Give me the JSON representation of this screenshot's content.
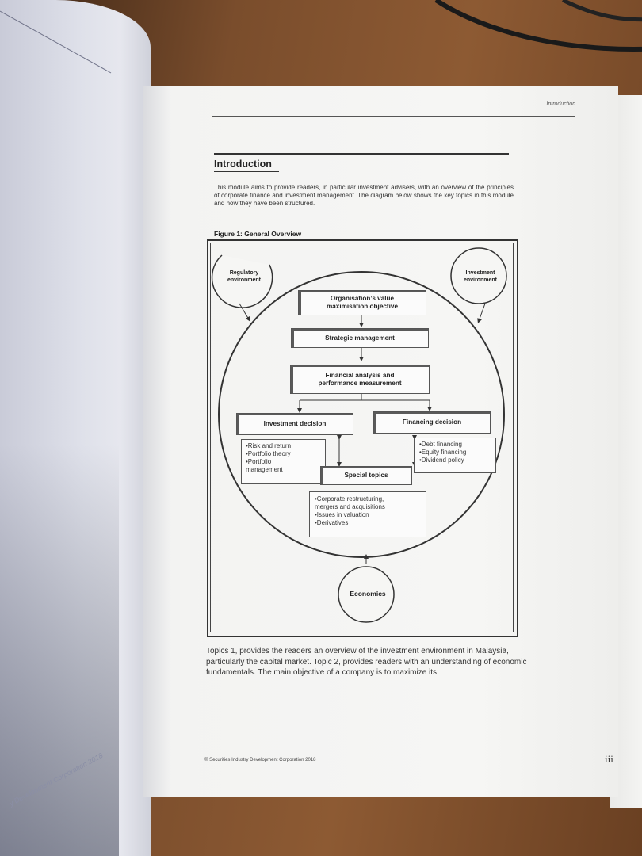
{
  "header": {
    "running_head": "Introduction"
  },
  "section": {
    "title": "Introduction",
    "paragraph": "This module aims to provide readers, in particular investment advisers, with an overview of the principles of corporate finance and investment management. The diagram below shows the key topics in this module and how they have been structured."
  },
  "figure": {
    "title": "Figure 1: General Overview",
    "regulatory": "Regulatory\nenvironment",
    "investment_env": "Investment\nenvironment",
    "objective": "Organisation’s value\nmaximisation objective",
    "strategic": "Strategic management",
    "financial": "Financial analysis and\nperformance measurement",
    "investment_decision": "Investment decision",
    "financing_decision": "Financing decision",
    "investment_items": [
      "•Risk and return",
      "•Portfolio theory",
      "•Portfolio\n   management"
    ],
    "financing_items": [
      "•Debt financing",
      "•Equity financing",
      "•Dividend policy"
    ],
    "special_topics": "Special topics",
    "special_items": [
      "•Corporate restructuring,\n   mergers and acquisitions",
      "•Issues in valuation",
      "•Derivatives"
    ],
    "economics": "Economics"
  },
  "body": {
    "paragraph": "Topics 1, provides the readers an overview of the investment environment in Malaysia, particularly the capital market. Topic 2, provides readers with an understanding of economic fundamentals. The main objective of a company is to maximize its"
  },
  "footer": {
    "copyright": "© Securities Industry Development Corporation 2018",
    "page_number": "iii"
  },
  "left_page": {
    "watermark": "y Development Corporation 2018"
  }
}
